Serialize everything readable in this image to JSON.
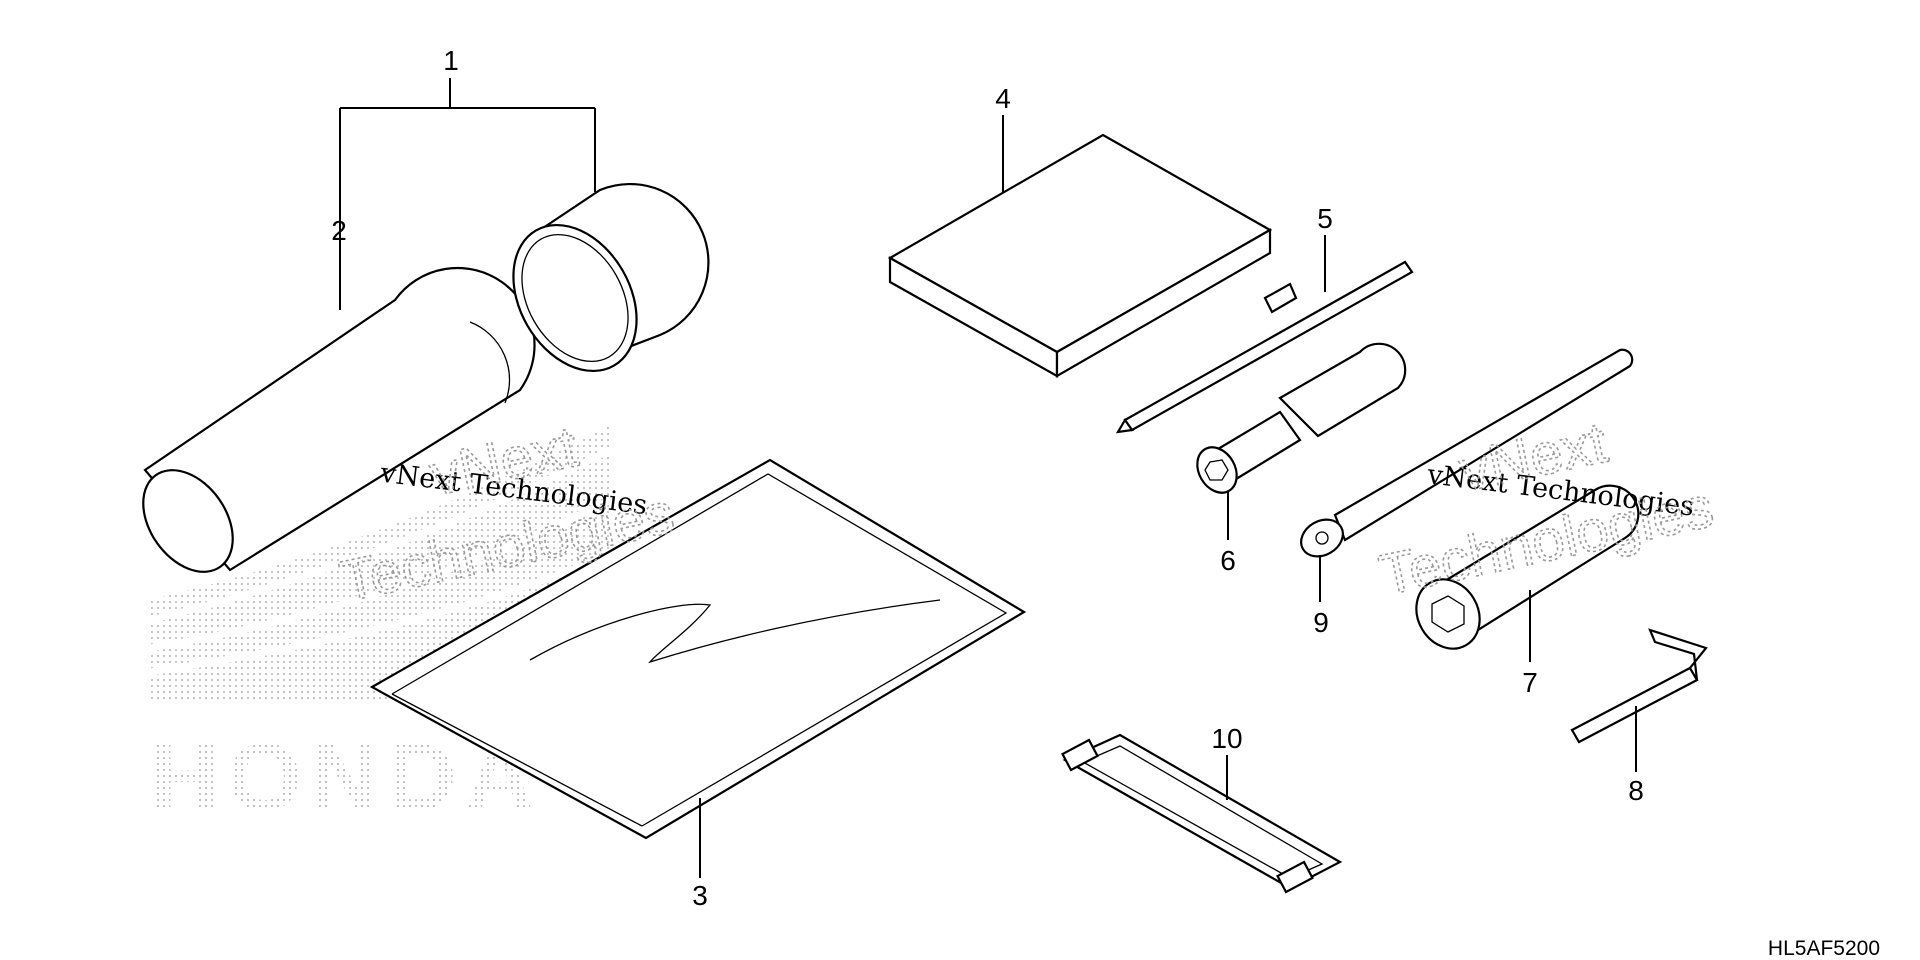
{
  "callouts": [
    {
      "id": "1",
      "label": "1"
    },
    {
      "id": "2",
      "label": "2"
    },
    {
      "id": "3",
      "label": "3"
    },
    {
      "id": "4",
      "label": "4"
    },
    {
      "id": "5",
      "label": "5"
    },
    {
      "id": "6",
      "label": "6"
    },
    {
      "id": "7",
      "label": "7"
    },
    {
      "id": "8",
      "label": "8"
    },
    {
      "id": "9",
      "label": "9"
    },
    {
      "id": "10",
      "label": "10"
    }
  ],
  "diagram_code": "HL5AF5200",
  "watermark": {
    "line1": "vNext Technologies",
    "ghost_line1": "vNext",
    "ghost_line2": "Technologies"
  },
  "background_logo_text": "HONDA"
}
